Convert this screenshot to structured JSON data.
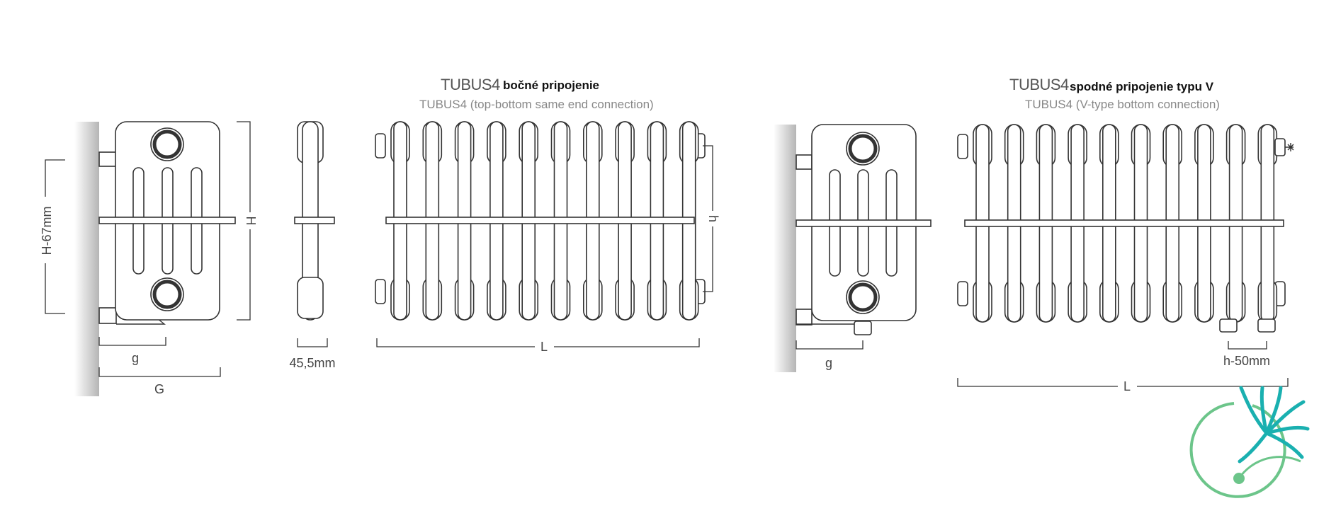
{
  "left_title": {
    "model": "TUBUS4",
    "connection": "bočné pripojenie",
    "subtitle": "TUBUS4 (top-bottom same end connection)"
  },
  "right_title": {
    "model": "TUBUS4",
    "connection": "spodné pripojenie typu V",
    "subtitle": "TUBUS4 (V-type bottom connection)"
  },
  "dimensions": {
    "h_minus_67": "H-67mm",
    "H": "H",
    "g_left": "g",
    "G": "G",
    "depth": "45,5mm",
    "L_left": "L",
    "h": "h",
    "g_right": "g",
    "h_minus_50": "h-50mm",
    "L_right": "L"
  },
  "colors": {
    "line": "#333333",
    "wall_gradient": "#b8b8b8",
    "logo_teal": "#1ab0b0",
    "logo_green": "#6cc58a"
  },
  "icons": {
    "logo": "dandelion-logo-icon"
  }
}
